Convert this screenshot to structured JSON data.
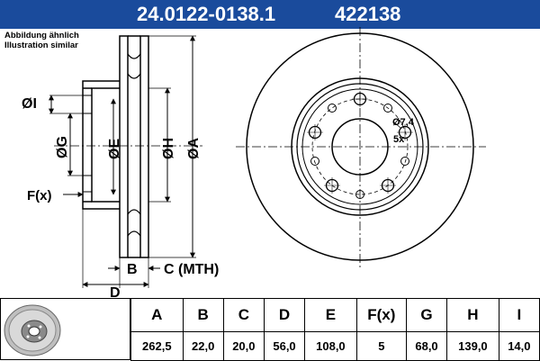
{
  "header": {
    "part_number": "24.0122-0138.1",
    "ref_number": "422138"
  },
  "note": {
    "line1": "Abbildung ähnlich",
    "line2": "Illustration similar"
  },
  "diagram": {
    "label_i": "ØI",
    "label_g": "ØG",
    "label_e": "ØE",
    "label_h": "ØH",
    "label_a": "ØA",
    "label_f": "F(x)",
    "label_b": "B",
    "label_c": "C (MTH)",
    "label_d": "D",
    "bolt_label": "Ø7,4",
    "bolt_count": "5x"
  },
  "table": {
    "headers": [
      "A",
      "B",
      "C",
      "D",
      "E",
      "F(x)",
      "G",
      "H",
      "I"
    ],
    "values": [
      "262,5",
      "22,0",
      "20,0",
      "56,0",
      "108,0",
      "5",
      "68,0",
      "139,0",
      "14,0"
    ]
  },
  "colors": {
    "header_bg": "#1a4b9c",
    "header_text": "#ffffff"
  }
}
